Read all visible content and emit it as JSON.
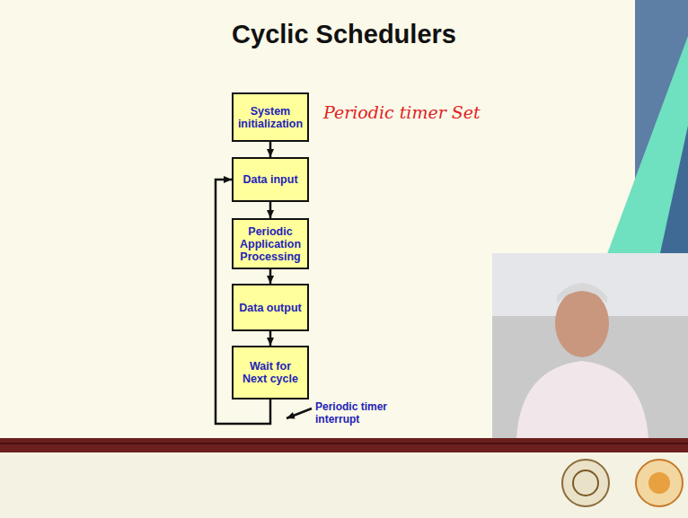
{
  "diagram": {
    "title": "Cyclic Schedulers",
    "nodes": [
      {
        "text": [
          "System initialization"
        ]
      },
      {
        "text": [
          "Data input"
        ]
      },
      {
        "text": [
          "Periodic Application Processing"
        ]
      },
      {
        "text": [
          "Data output"
        ]
      },
      {
        "text": [
          "Wait for Next cycle"
        ]
      }
    ],
    "edges": [
      {
        "from": 0,
        "to": 1,
        "arrow": "to"
      },
      {
        "from": 1,
        "to": 2,
        "arrow": "to"
      },
      {
        "from": 2,
        "to": 3,
        "arrow": "to"
      },
      {
        "from": 3,
        "to": 4,
        "arrow": "to"
      },
      {
        "from": 4,
        "to": 1,
        "arrow": "to"
      }
    ],
    "labels": [
      "Periodic timer Set",
      "Periodic timer interrupt"
    ]
  }
}
